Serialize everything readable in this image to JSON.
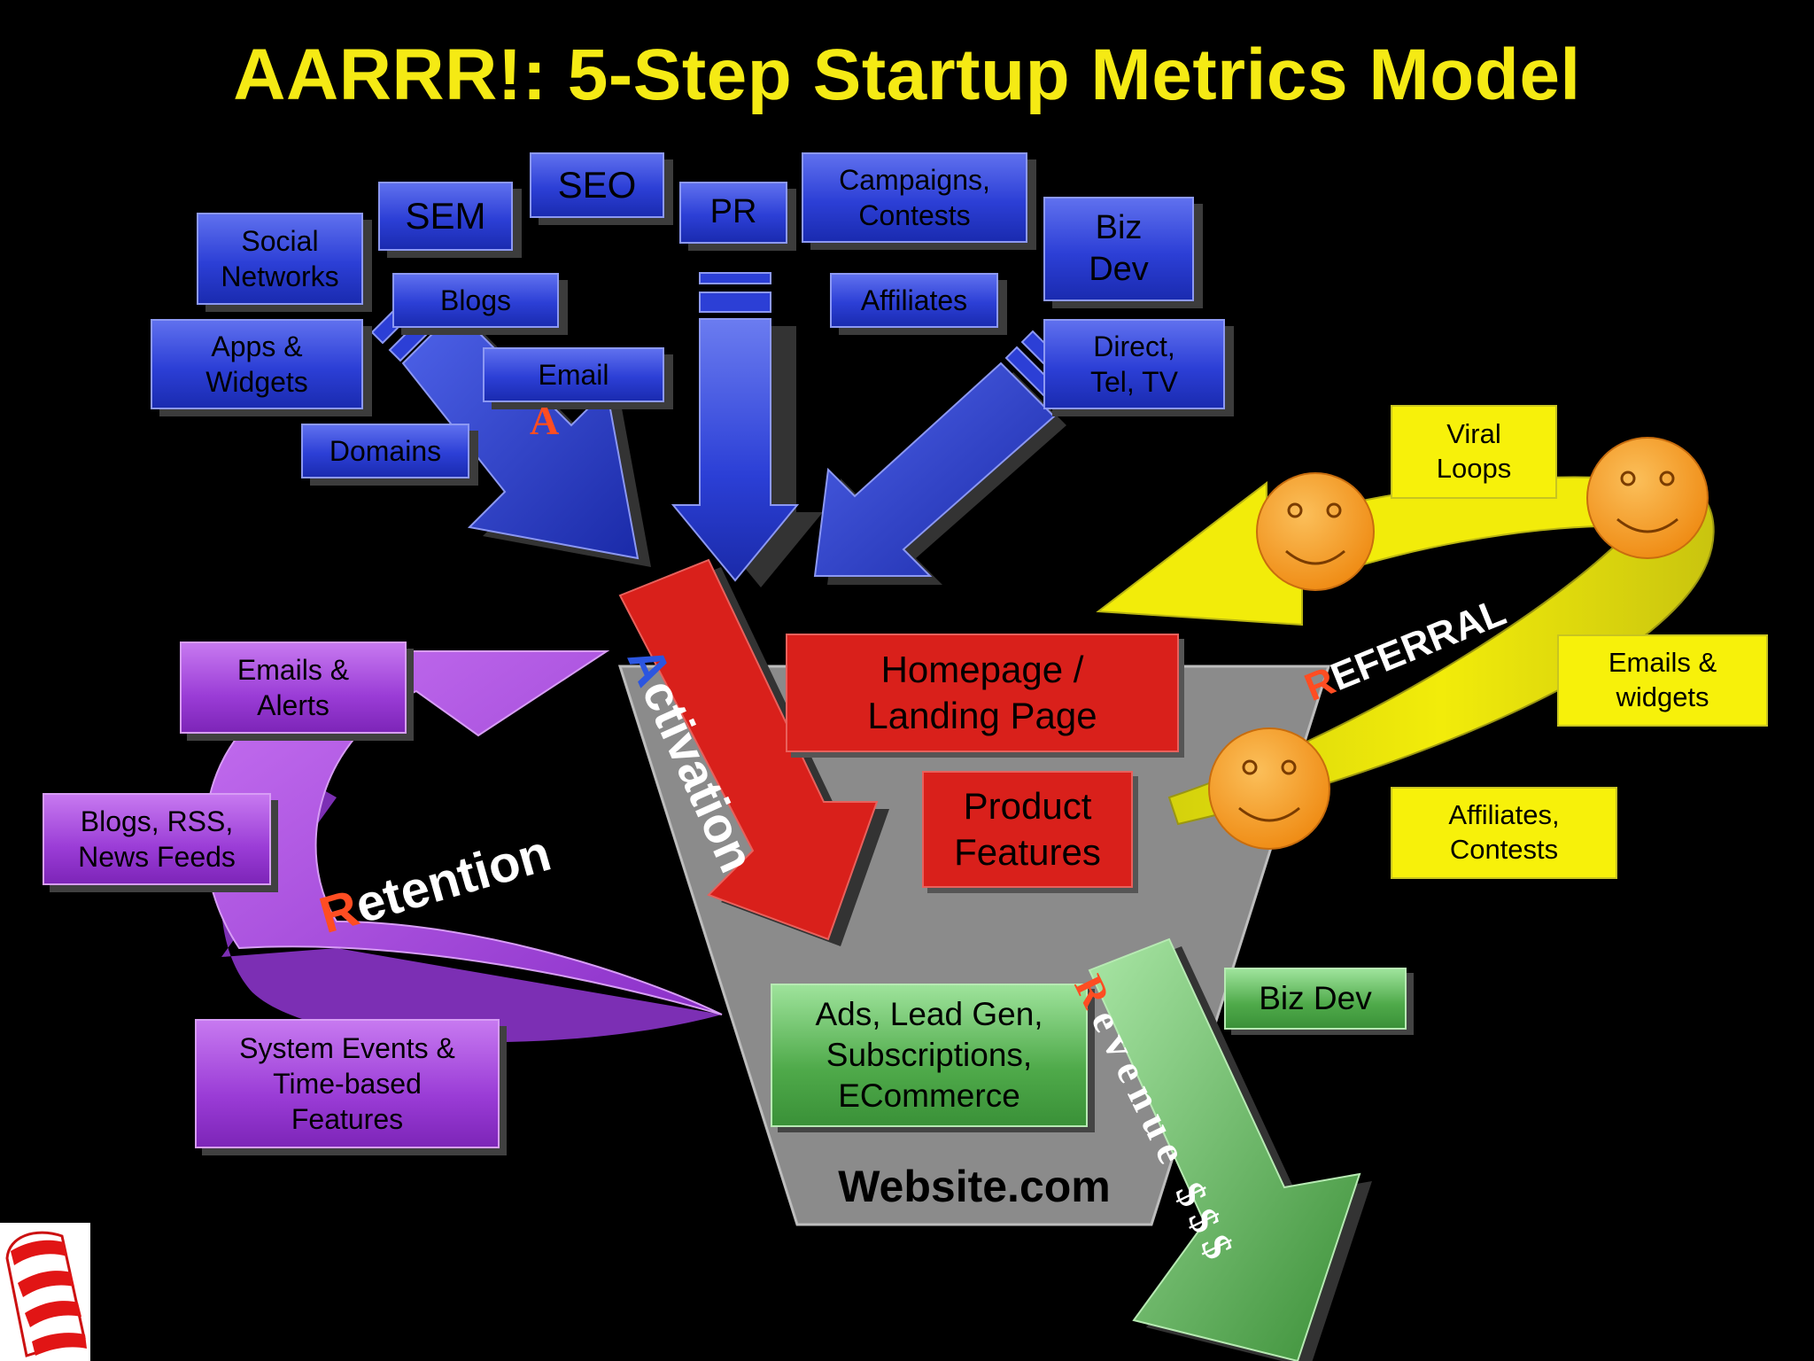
{
  "title": "AARRR!: 5-Step Startup Metrics Model",
  "colors": {
    "title": "#f5ea14",
    "acquisition": "#2c3fd6",
    "activation": "#d9201b",
    "retention": "#9a3cd6",
    "referral": "#f7f10a",
    "revenue": "#4faa4a",
    "funnel": "#8a8a8a",
    "smiley": "#f39a1e"
  },
  "acquisition": {
    "label_initial": "A",
    "channels": [
      "Social\nNetworks",
      "SEM",
      "SEO",
      "PR",
      "Campaigns,\nContests",
      "Biz\nDev",
      "Blogs",
      "Affiliates",
      "Apps &\nWidgets",
      "Email",
      "Direct,\nTel, TV",
      "Domains"
    ]
  },
  "activation": {
    "label_initial": "A",
    "label_rest": "ctivation",
    "items": [
      "Homepage /\nLanding Page",
      "Product\nFeatures"
    ]
  },
  "retention": {
    "label_initial": "R",
    "label_rest": "etention",
    "items": [
      "Emails &\nAlerts",
      "Blogs, RSS,\nNews Feeds",
      "System Events &\nTime-based\nFeatures"
    ]
  },
  "referral": {
    "label_initial": "R",
    "label_rest": "EFERRAL",
    "items": [
      "Viral\nLoops",
      "Emails &\nwidgets",
      "Affiliates,\nContests"
    ],
    "smiley_icon": "smiley-face-icon"
  },
  "revenue": {
    "label_initial": "R",
    "label_rest": "evenue $$$",
    "items": [
      "Ads, Lead Gen,\nSubscriptions,\nECommerce",
      "Biz Dev"
    ]
  },
  "website": "Website.com",
  "logo_icon": "cat-in-the-hat-icon"
}
